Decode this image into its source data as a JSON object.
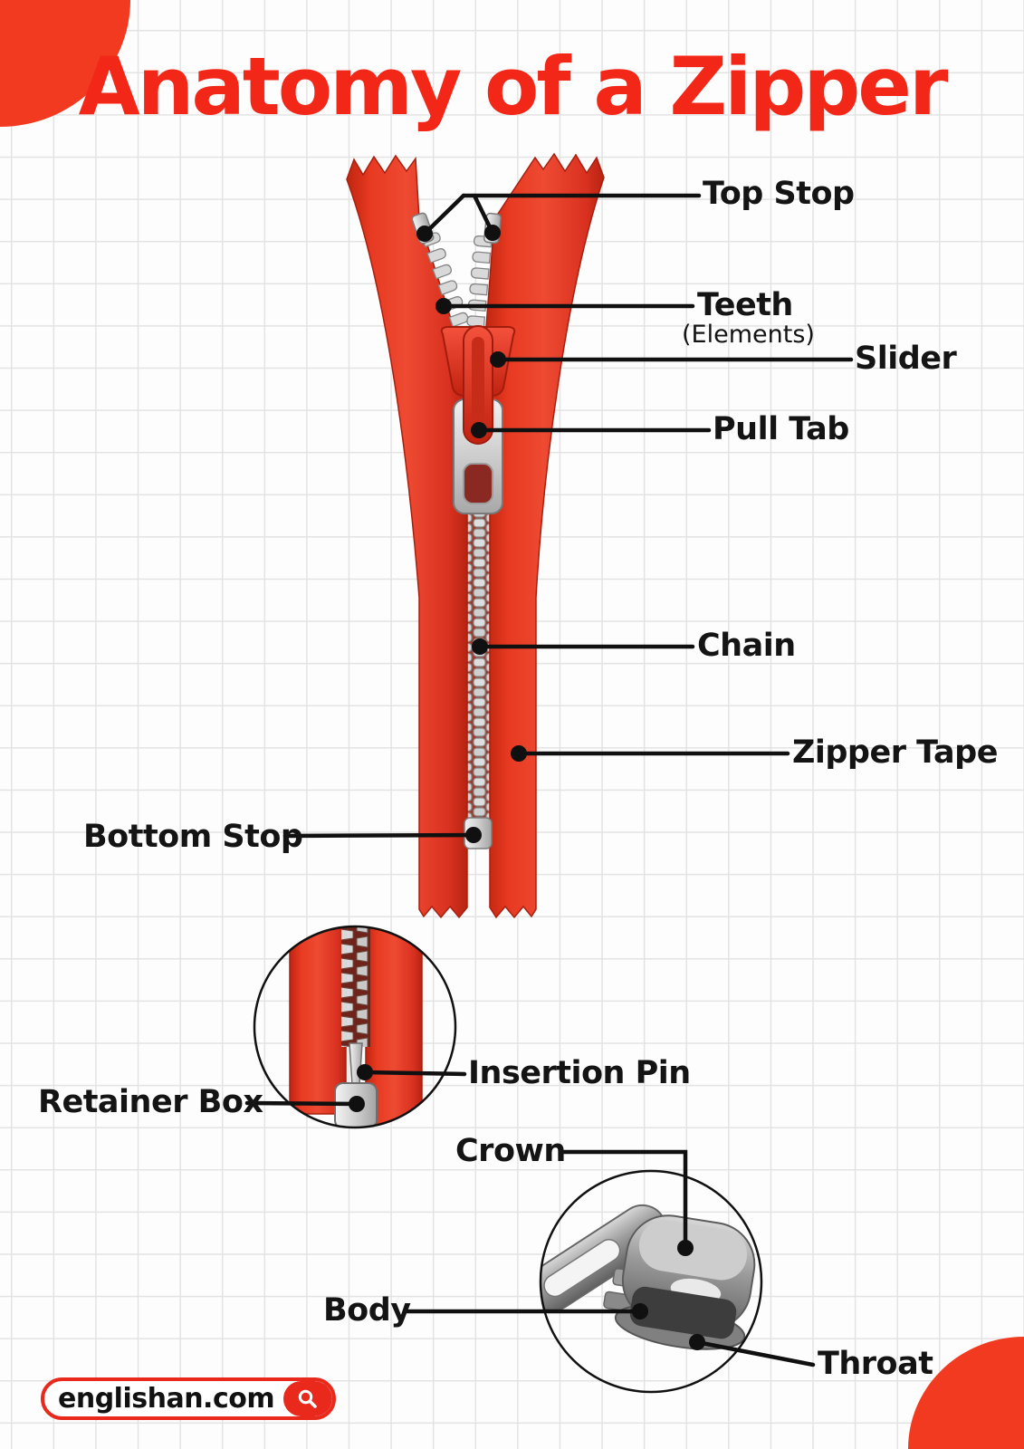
{
  "page": {
    "title": "Anatomy of a Zipper"
  },
  "diagram": {
    "subject": "zipper",
    "labels": {
      "top_stop": "Top Stop",
      "teeth": "Teeth",
      "teeth_alt": "(Elements)",
      "slider": "Slider",
      "pull_tab": "Pull Tab",
      "chain": "Chain",
      "zipper_tape": "Zipper Tape",
      "bottom_stop": "Bottom Stop",
      "insertion_pin": "Insertion Pin",
      "retainer_box": "Retainer Box",
      "crown": "Crown",
      "body": "Body",
      "throat": "Throat"
    }
  },
  "footer": {
    "site": "englishan.com",
    "icon": "search-icon"
  },
  "colors": {
    "accent_red": "#f22718",
    "blob_red": "#f13a1f",
    "tape_red": "#e0351f",
    "metal_gray": "#c9c9c9",
    "line_black": "#111111"
  }
}
